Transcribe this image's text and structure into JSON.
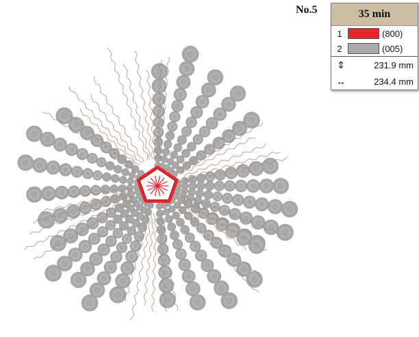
{
  "design": {
    "number": "No.5",
    "time": "35 min",
    "colors": [
      {
        "index": "1",
        "hex": "#e8262b",
        "code": "(800)"
      },
      {
        "index": "2",
        "hex": "#a9a9a9",
        "code": "(005)"
      }
    ],
    "height": {
      "icon": "height-arrow-icon",
      "value": "231.9 mm"
    },
    "width": {
      "icon": "width-arrow-icon",
      "value": "234.4 mm"
    }
  }
}
